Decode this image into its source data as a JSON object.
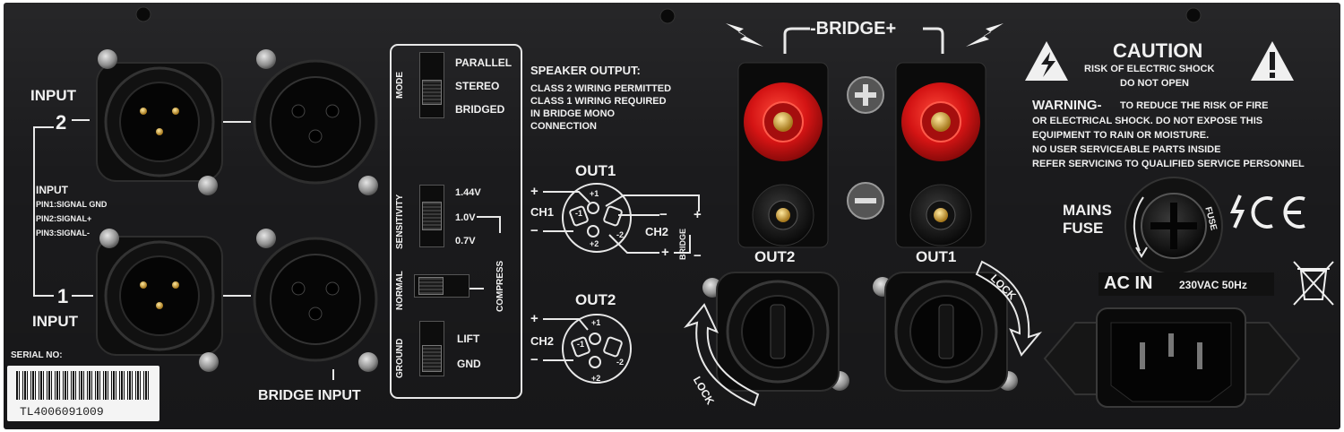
{
  "colors": {
    "panel": "#1b1b1d",
    "text": "#f0f0f0",
    "binding_post_red": "#d41414",
    "sticker": "#f4f4f4"
  },
  "inputs": {
    "input2_label": "INPUT",
    "input2_number": "2",
    "input1_label": "INPUT",
    "input1_number": "1",
    "pinout_title": "INPUT",
    "pin1": "PIN1:SIGNAL GND",
    "pin2": "PIN2:SIGNAL+",
    "pin3": "PIN3:SIGNAL-",
    "bridge_input": "BRIDGE INPUT"
  },
  "serial": {
    "label": "SERIAL NO:",
    "number": "TL4006091009"
  },
  "switches": {
    "mode_label": "MODE",
    "mode_options": [
      "PARALLEL",
      "STEREO",
      "BRIDGED"
    ],
    "sensitivity_label": "SENSITIVITY",
    "sensitivity_options": [
      "1.44V",
      "1.0V",
      "0.7V"
    ],
    "normal_label": "NORMAL",
    "compress_label": "COMPRESS",
    "ground_label": "GROUND",
    "ground_options": [
      "LIFT",
      "GND"
    ]
  },
  "speaker_output": {
    "title": "SPEAKER OUTPUT:",
    "line1": "CLASS 2 WIRING PERMITTED",
    "line2": "CLASS 1 WIRING REQUIRED",
    "line3": "IN BRIDGE MONO",
    "line4": "CONNECTION"
  },
  "out1_diagram": {
    "title": "OUT1",
    "ch1": "CH1",
    "ch2": "CH2",
    "plus": "+",
    "minus": "−",
    "pin_p1": "+1",
    "pin_m1": "-1",
    "pin_p2": "+2",
    "pin_m2": "-2",
    "bridge": "BRIDGE"
  },
  "out2_diagram": {
    "title": "OUT2",
    "ch2": "CH2",
    "plus": "+",
    "minus": "−",
    "pin_p1": "+1",
    "pin_m1": "-1",
    "pin_p2": "+2",
    "pin_m2": "-2"
  },
  "bridge_posts": {
    "label": "-BRIDGE+",
    "out2_label": "OUT2",
    "out1_label": "OUT1",
    "lock_left": "LOCK",
    "lock_right": "LOCK"
  },
  "caution": {
    "title": "CAUTION",
    "line1": "RISK OF ELECTRIC SHOCK",
    "line2": "DO NOT OPEN",
    "warning_title": "WARNING-",
    "warning1": "TO REDUCE THE RISK OF FIRE",
    "warning2": "OR ELECTRICAL SHOCK. DO NOT EXPOSE THIS",
    "warning3": "EQUIPMENT TO RAIN OR MOISTURE.",
    "warning4": "NO USER SERVICEABLE PARTS INSIDE",
    "warning5": "REFER SERVICING TO QUALIFIED SERVICE PERSONNEL"
  },
  "power": {
    "mains": "MAINS",
    "fuse": "FUSE",
    "fuse_ring": "FUSE",
    "ac_in": "AC IN",
    "voltage": "230VAC 50Hz",
    "ce": "CE"
  }
}
